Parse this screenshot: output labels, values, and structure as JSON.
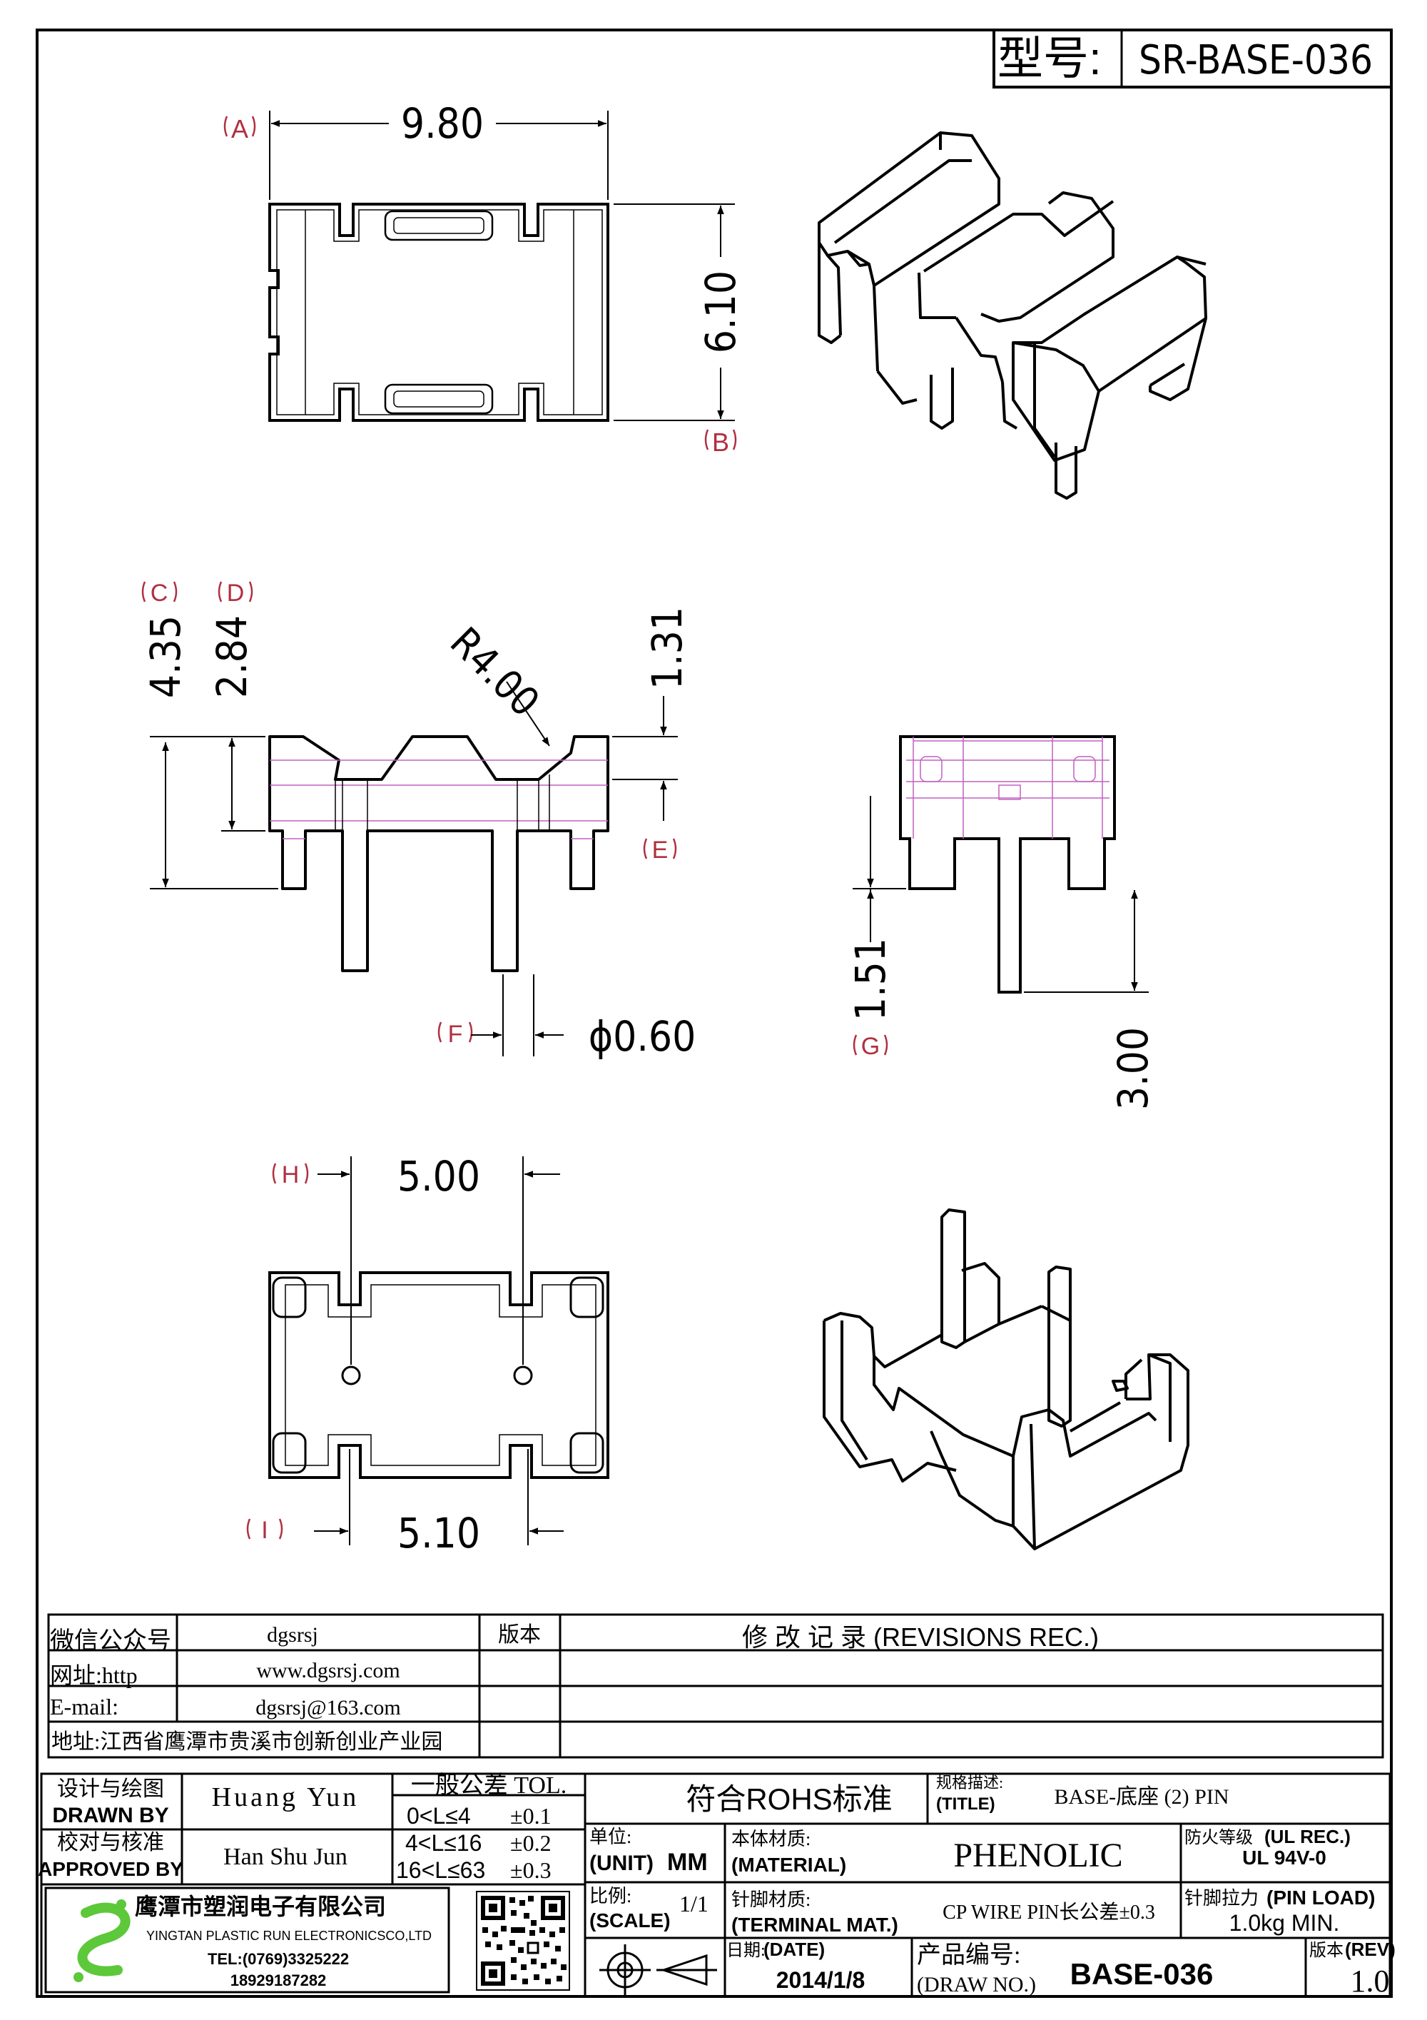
{
  "header": {
    "model_label": "型号:",
    "model_value": "SR-BASE-036"
  },
  "views": {
    "top": {
      "a_label": "A",
      "b_label": "B",
      "width": "9.80",
      "depth": "6.10"
    },
    "front": {
      "c_label": "C",
      "d_label": "D",
      "e_label": "E",
      "f_label": "F",
      "height_total": "4.35",
      "height_low": "2.84",
      "radius": "R4.00",
      "notch_depth": "1.31",
      "pin_dia": "ϕ0.60"
    },
    "side": {
      "g_label": "G",
      "standoff": "1.51",
      "pin_len": "3.00"
    },
    "bottom": {
      "h_label": "H",
      "i_label": "I",
      "pitch_top": "5.00",
      "pitch_bottom": "5.10"
    }
  },
  "info": {
    "wechat_label": "微信公众号",
    "wechat_value": "dgsrsj",
    "web_label": "网址:http",
    "web_value": "www.dgsrsj.com",
    "email_label": "E-mail:",
    "email_value": "dgsrsj@163.com",
    "address": "地址:江西省鹰潭市贵溪市创新创业产业园",
    "version_label": "版本",
    "revisions_header": "修 改 记 录 (REVISIONS REC.)"
  },
  "title_block": {
    "drawn_cn": "设计与绘图",
    "drawn_en": "DRAWN BY",
    "drawn_name": "Huang Yun",
    "approved_cn": "校对与核准",
    "approved_en": "APPROVED BY",
    "approved_name": "Han Shu Jun",
    "tol_title": "一般公差 TOL.",
    "tol_rows": [
      {
        "range": "0<L≤4",
        "tol": "±0.1"
      },
      {
        "range": "4<L≤16",
        "tol": "±0.2"
      },
      {
        "range": "16<L≤63",
        "tol": "±0.3"
      }
    ],
    "rohs": "符合ROHS标准",
    "title_cn": "规格描述:",
    "title_en": "(TITLE)",
    "title_value": "BASE-底座 (2) PIN",
    "unit_cn": "单位:",
    "unit_en": "(UNIT)",
    "unit_value": "MM",
    "material_cn": "本体材质:",
    "material_en": "(MATERIAL)",
    "material_value": "PHENOLIC",
    "fire_cn": "防火等级",
    "fire_en": "(UL REC.)",
    "fire_value": "UL 94V-0",
    "scale_cn": "比例:",
    "scale_en": "(SCALE)",
    "scale_value": "1/1",
    "terminal_cn": "针脚材质:",
    "terminal_en": "(TERMINAL MAT.)",
    "terminal_value": "CP WIRE  PIN长公差±0.3",
    "pinload_cn": "针脚拉力",
    "pinload_en": "(PIN LOAD)",
    "pinload_value": "1.0kg MIN.",
    "date_cn": "日期:",
    "date_en": "(DATE)",
    "date_value": "2014/1/8",
    "drawno_cn": "产品编号:",
    "drawno_en": "(DRAW NO.)",
    "drawno_value": "BASE-036",
    "rev_cn": "版本",
    "rev_en": "(REV)",
    "rev_value": "1.0"
  },
  "company": {
    "name_cn": "鹰潭市塑润电子有限公司",
    "name_en": "YINGTAN PLASTIC RUN ELECTRONICSCO,LTD",
    "tel": "TEL:(0769)3325222",
    "mobile": "18929187282",
    "logo_color": "#5cc83a"
  }
}
